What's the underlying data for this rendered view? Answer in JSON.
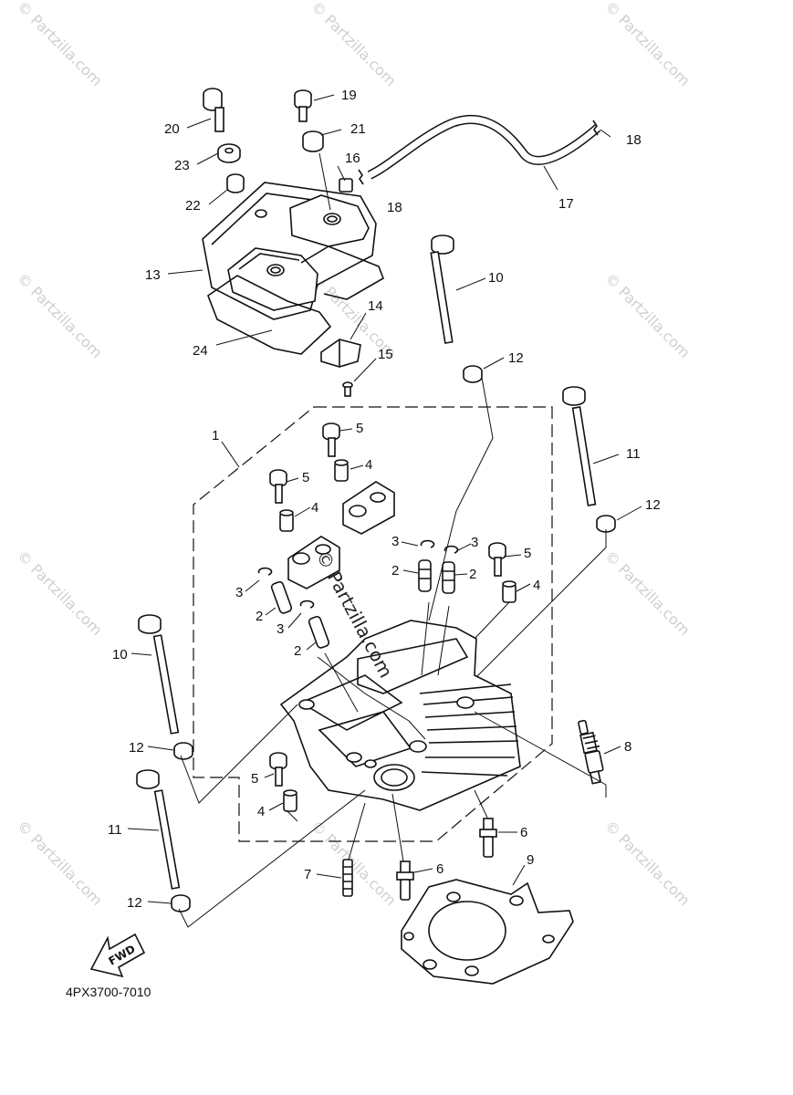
{
  "diagram": {
    "part_code": "4PX3700-7010",
    "fwd_label": "FWD",
    "watermark_text": "© Partzilla.com",
    "callouts": [
      "1",
      "2",
      "3",
      "4",
      "5",
      "6",
      "7",
      "8",
      "9",
      "10",
      "11",
      "12",
      "13",
      "14",
      "15",
      "16",
      "17",
      "18",
      "19",
      "20",
      "21",
      "22",
      "23",
      "24"
    ],
    "colors": {
      "line": "#111111",
      "watermark": "#cfcfcf",
      "background": "#ffffff"
    }
  }
}
